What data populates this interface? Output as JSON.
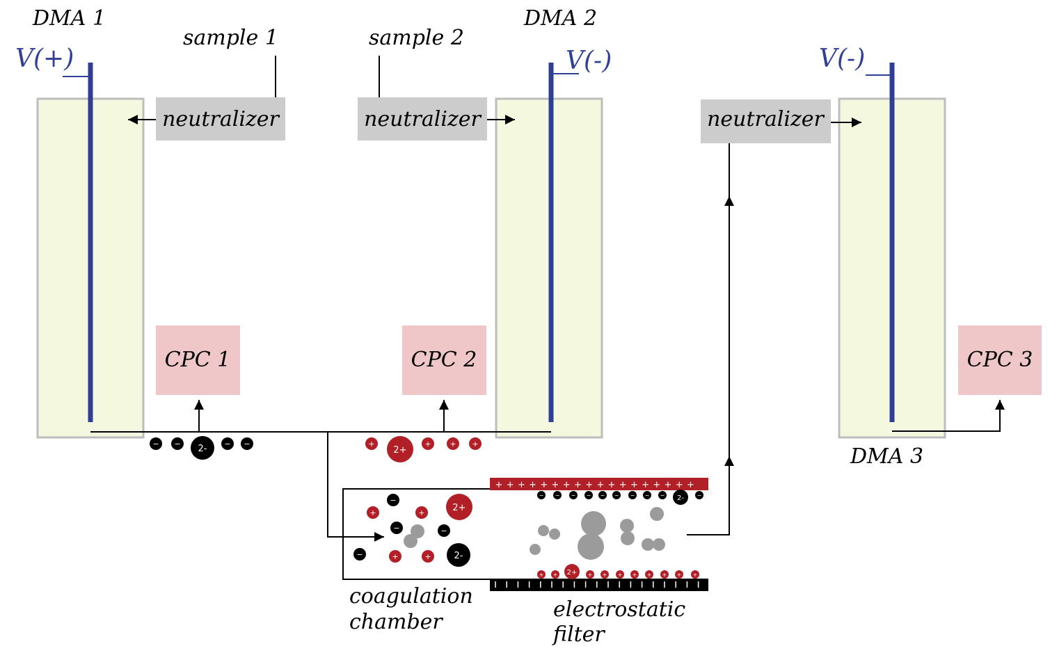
{
  "colors": {
    "dma_fill": "#f4f8df",
    "dma_border": "#bdbdbd",
    "electrode": "#2f3f96",
    "neutralizer_fill": "#cccccc",
    "cpc_fill": "#efc7c8",
    "positive": "#b11f27",
    "negative": "#000000",
    "neutral": "#9b9b9b"
  },
  "dma1": {
    "label": "DMA 1",
    "voltage": "V(+)"
  },
  "dma2": {
    "label": "DMA 2",
    "voltage": "V(-)"
  },
  "dma3": {
    "label": "DMA 3",
    "voltage": "V(-)"
  },
  "samples": {
    "s1": "sample 1",
    "s2": "sample 2"
  },
  "neutralizers": {
    "n1": "neutralizer",
    "n2": "neutralizer",
    "n3": "neutralizer"
  },
  "cpcs": {
    "c1": "CPC 1",
    "c2": "CPC 2",
    "c3": "CPC 3"
  },
  "coagulation": {
    "line1": "coagulation",
    "line2": "chamber"
  },
  "filter": {
    "line1": "electrostatic",
    "line2": "filter"
  },
  "particles": {
    "pos": "+",
    "neg": "−",
    "pos2": "2+",
    "neg2": "2-"
  }
}
